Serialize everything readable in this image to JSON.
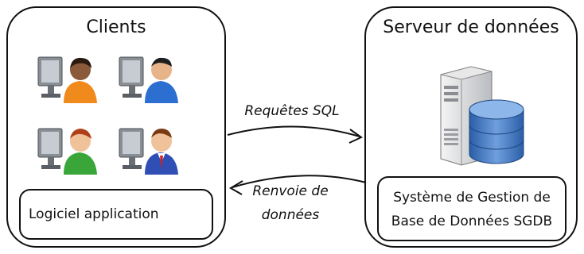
{
  "clients": {
    "title": "Clients",
    "users": [
      "user-orange",
      "user-blue",
      "user-green",
      "user-red-tie"
    ],
    "app_label": "Logiciel application"
  },
  "server": {
    "title": "Serveur de données",
    "sgdb_line1": "Système de Gestion de",
    "sgdb_line2": "Base de Données SGDB"
  },
  "arrows": {
    "request_label": "Requêtes SQL",
    "response_line1": "Renvoie de",
    "response_line2": "données"
  },
  "colors": {
    "shirt_orange": "#f08a1c",
    "shirt_blue": "#2c6fd1",
    "shirt_green": "#3aa63a",
    "shirt_suit": "#2f4fb5",
    "db_blue": "#3f73b8"
  }
}
